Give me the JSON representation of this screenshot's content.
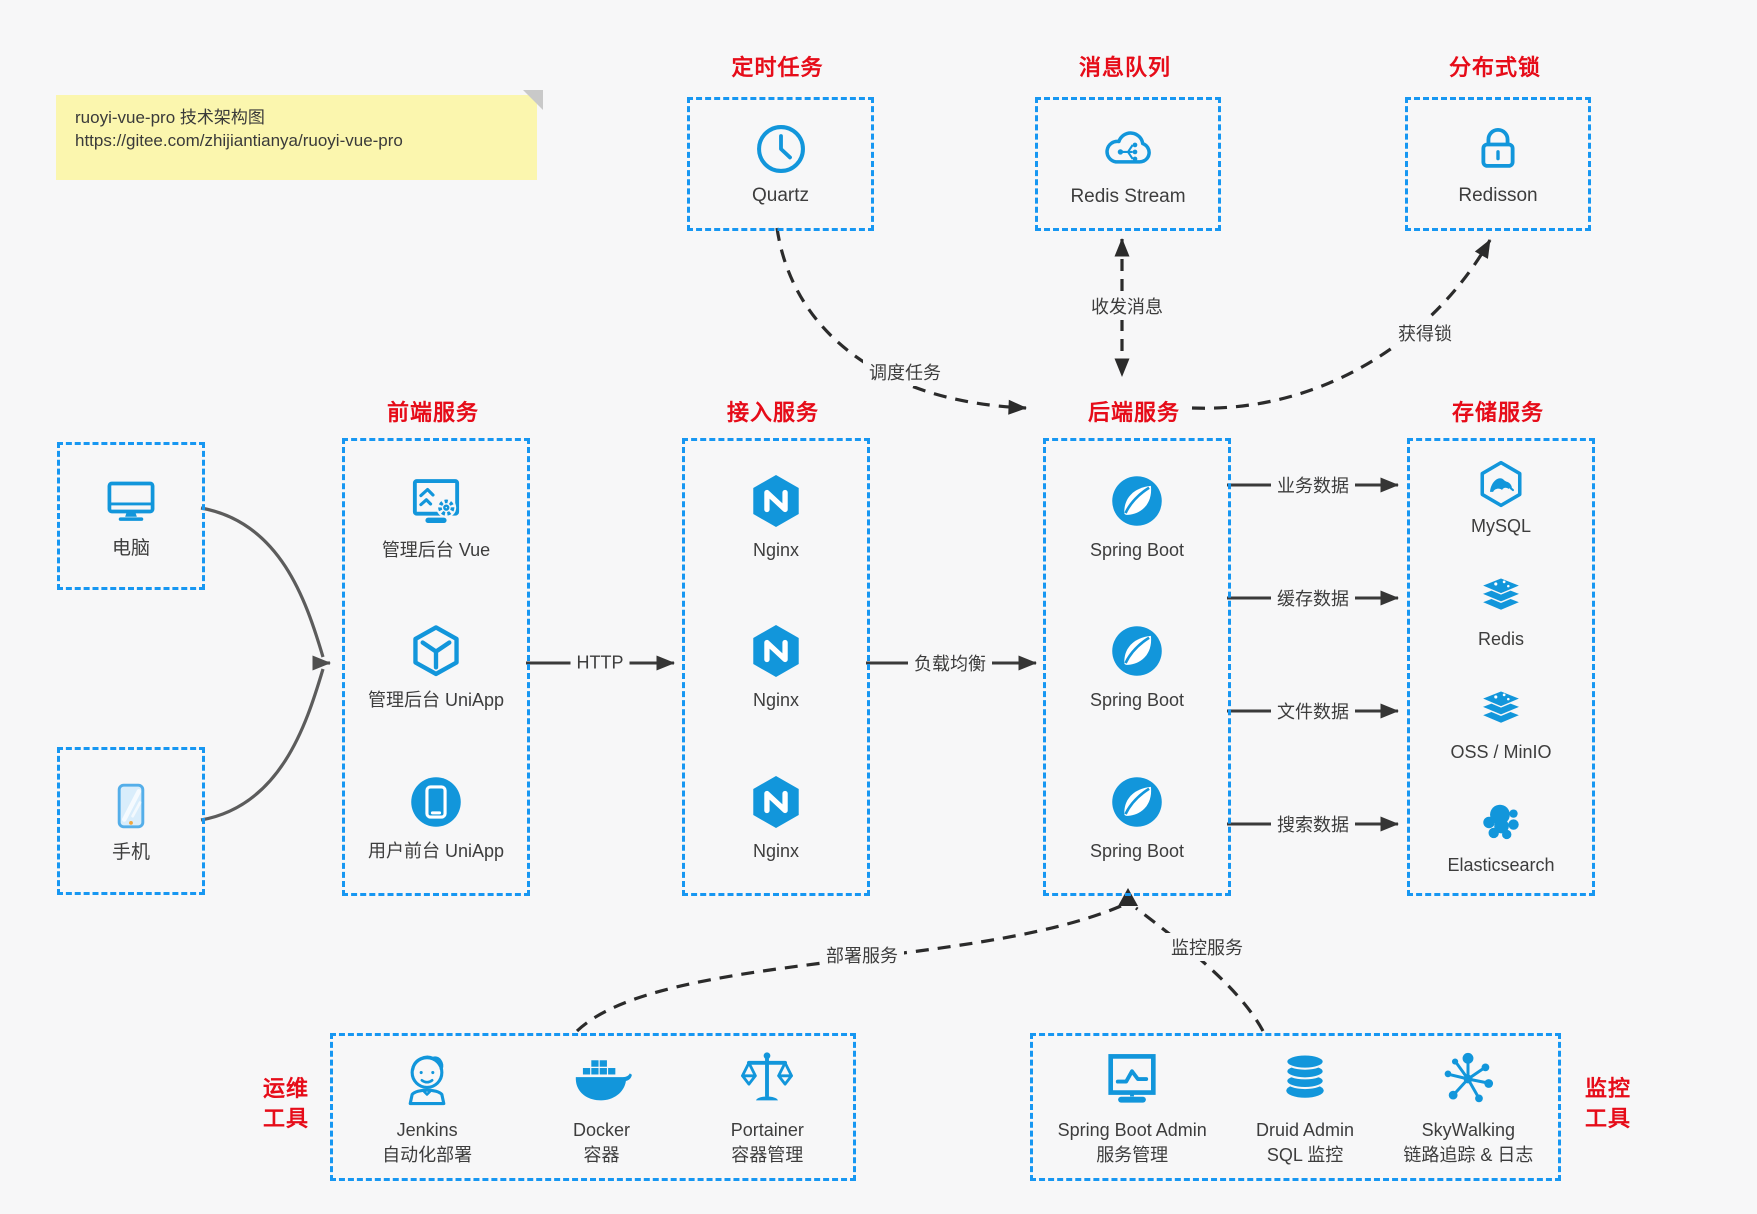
{
  "note": {
    "line1": "ruoyi-vue-pro 技术架构图",
    "line2": "https://gitee.com/zhijiantianya/ruoyi-vue-pro"
  },
  "colors": {
    "icon_blue": "#1296db",
    "border_blue": "#1797f2",
    "title_red": "#e60c19",
    "text": "#3d3d3d",
    "background": "#f7f7f8",
    "note_bg": "#fbf6ae"
  },
  "top_groups": [
    {
      "title": "定时任务",
      "label": "Quartz",
      "icon": "clock-icon"
    },
    {
      "title": "消息队列",
      "label": "Redis Stream",
      "icon": "cloud-stream-icon"
    },
    {
      "title": "分布式锁",
      "label": "Redisson",
      "icon": "lock-icon"
    }
  ],
  "clients": [
    {
      "label": "电脑",
      "icon": "desktop-icon"
    },
    {
      "label": "手机",
      "icon": "phone-icon"
    }
  ],
  "columns": [
    {
      "title": "前端服务",
      "items": [
        {
          "label": "管理后台 Vue",
          "icon": "admin-vue-icon"
        },
        {
          "label": "管理后台 UniApp",
          "icon": "uniapp-cube-icon"
        },
        {
          "label": "用户前台 UniApp",
          "icon": "user-app-icon"
        }
      ]
    },
    {
      "title": "接入服务",
      "items": [
        {
          "label": "Nginx",
          "icon": "nginx-icon"
        },
        {
          "label": "Nginx",
          "icon": "nginx-icon"
        },
        {
          "label": "Nginx",
          "icon": "nginx-icon"
        }
      ]
    },
    {
      "title": "后端服务",
      "items": [
        {
          "label": "Spring Boot",
          "icon": "spring-icon"
        },
        {
          "label": "Spring Boot",
          "icon": "spring-icon"
        },
        {
          "label": "Spring Boot",
          "icon": "spring-icon"
        }
      ]
    },
    {
      "title": "存储服务",
      "items": [
        {
          "label": "MySQL",
          "icon": "mysql-icon"
        },
        {
          "label": "Redis",
          "icon": "redis-icon"
        },
        {
          "label": "OSS / MinIO",
          "icon": "oss-icon"
        },
        {
          "label": "Elasticsearch",
          "icon": "elasticsearch-icon"
        }
      ]
    }
  ],
  "edge_labels": {
    "http": "HTTP",
    "load_balance": "负载均衡",
    "schedule": "调度任务",
    "messaging": "收发消息",
    "lock": "获得锁",
    "business": "业务数据",
    "cache": "缓存数据",
    "file": "文件数据",
    "search": "搜索数据",
    "deploy": "部署服务",
    "monitor": "监控服务"
  },
  "bottom_groups": [
    {
      "title_line1": "运维",
      "title_line2": "工具",
      "items": [
        {
          "label": "Jenkins",
          "sublabel": "自动化部署",
          "icon": "jenkins-icon"
        },
        {
          "label": "Docker",
          "sublabel": "容器",
          "icon": "docker-icon"
        },
        {
          "label": "Portainer",
          "sublabel": "容器管理",
          "icon": "portainer-icon"
        }
      ]
    },
    {
      "title_line1": "监控",
      "title_line2": "工具",
      "items": [
        {
          "label": "Spring Boot Admin",
          "sublabel": "服务管理",
          "icon": "springboot-admin-icon"
        },
        {
          "label": "Druid Admin",
          "sublabel": "SQL 监控",
          "icon": "druid-icon"
        },
        {
          "label": "SkyWalking",
          "sublabel": "链路追踪 & 日志",
          "icon": "skywalking-icon"
        }
      ]
    }
  ]
}
